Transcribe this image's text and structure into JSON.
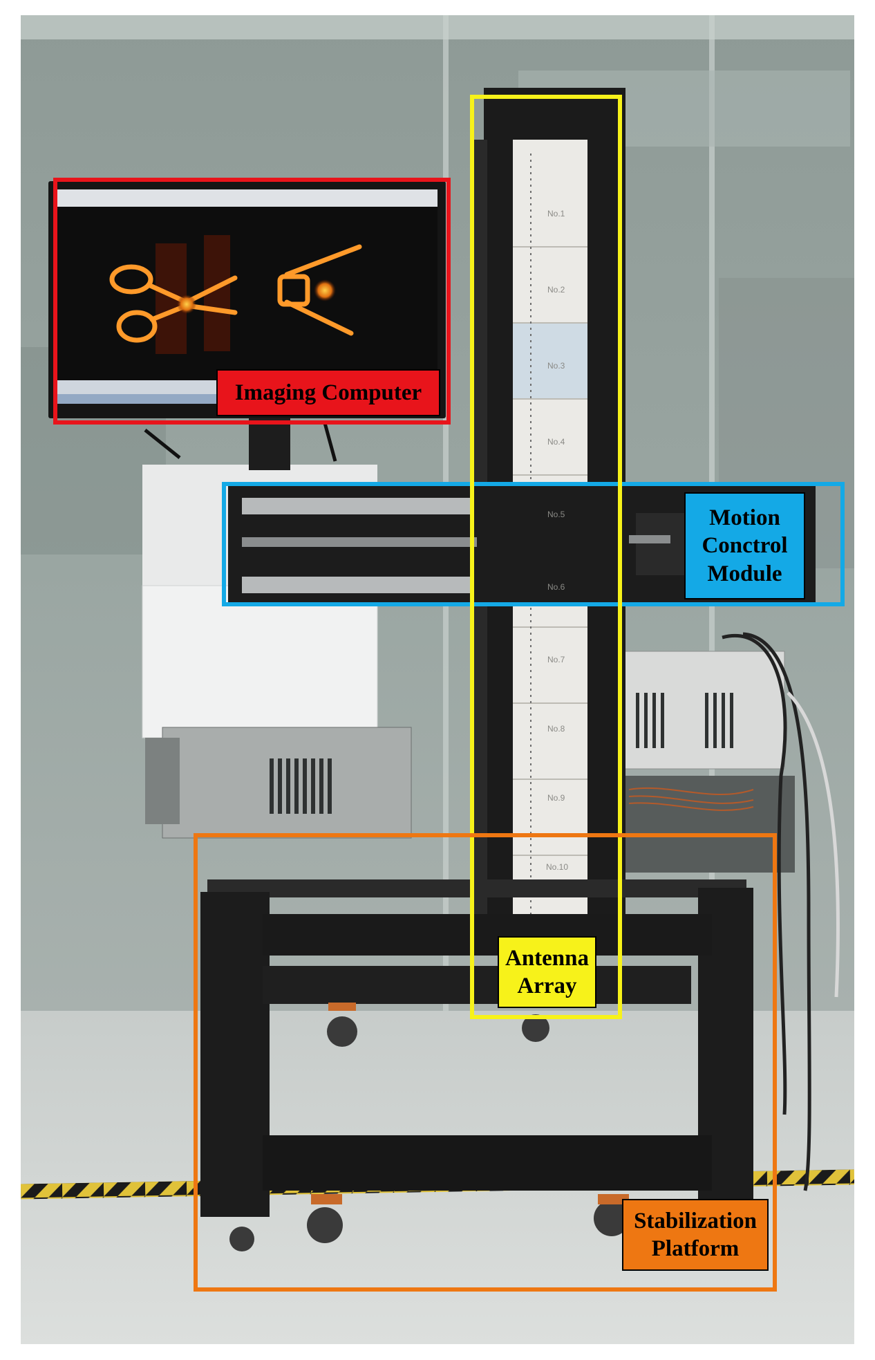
{
  "annotations": {
    "imaging_computer": {
      "text": "Imaging Computer",
      "color": "#e8141b"
    },
    "motion_control": {
      "lines": [
        "Motion",
        "Conctrol",
        "Module"
      ],
      "color": "#14a9e6"
    },
    "antenna_array": {
      "lines": [
        "Antenna",
        "Array"
      ],
      "color": "#f7f21a"
    },
    "stabilization_platform": {
      "lines": [
        "Stabilization",
        "Platform"
      ],
      "color": "#ee7712"
    }
  },
  "antenna_markings": [
    "No.1",
    "No.2",
    "No.3",
    "No.4",
    "No.5",
    "No.6",
    "No.7",
    "No.8",
    "No.9",
    "No.10"
  ]
}
